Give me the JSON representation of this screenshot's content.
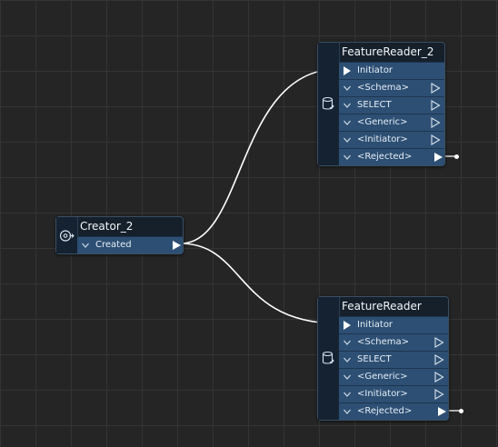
{
  "canvas": {
    "background": "#252525",
    "grid_color": "#343434",
    "wire_color": "#ffffff"
  },
  "nodes": {
    "creator_2": {
      "title": "Creator_2",
      "icon": "creator-icon",
      "ports": [
        {
          "label": "Created"
        }
      ]
    },
    "featurereader_2": {
      "title": "FeatureReader_2",
      "icon": "database-icon",
      "input_label": "Initiator",
      "ports": [
        {
          "label": "<Schema>"
        },
        {
          "label": "SELECT"
        },
        {
          "label": "<Generic>"
        },
        {
          "label": "<Initiator>"
        },
        {
          "label": "<Rejected>"
        }
      ]
    },
    "featurereader": {
      "title": "FeatureReader",
      "icon": "database-icon",
      "input_label": "Initiator",
      "ports": [
        {
          "label": "<Schema>"
        },
        {
          "label": "SELECT"
        },
        {
          "label": "<Generic>"
        },
        {
          "label": "<Initiator>"
        },
        {
          "label": "<Rejected>"
        }
      ]
    }
  },
  "connections": [
    {
      "from": "Creator_2.Created",
      "to": "FeatureReader_2.Initiator"
    },
    {
      "from": "Creator_2.Created",
      "to": "FeatureReader.Initiator"
    }
  ]
}
